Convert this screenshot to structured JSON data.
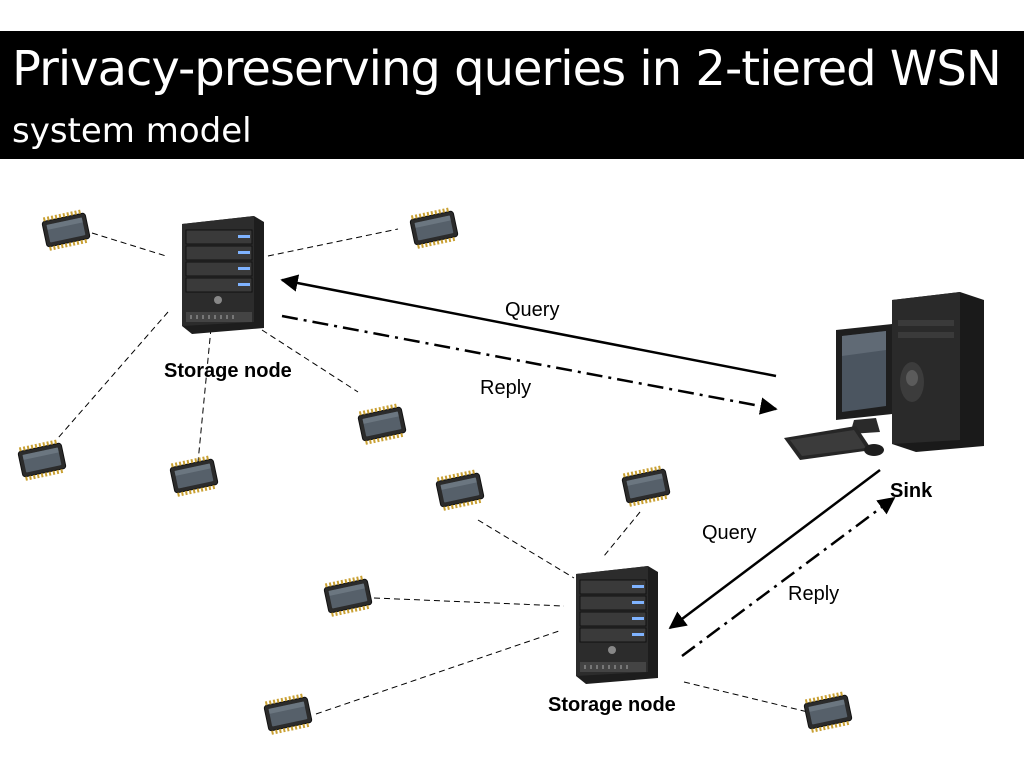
{
  "header": {
    "title": "Privacy-preserving queries in 2-tiered WSN",
    "subtitle": "system model"
  },
  "diagram": {
    "storage_node_1": {
      "label": "Storage node"
    },
    "storage_node_2": {
      "label": "Storage node"
    },
    "sink": {
      "label": "Sink"
    },
    "links": [
      {
        "from": "sink",
        "to": "storage_node_1",
        "label": "Query",
        "style": "solid"
      },
      {
        "from": "storage_node_1",
        "to": "sink",
        "label": "Reply",
        "style": "dash-dot"
      },
      {
        "from": "sink",
        "to": "storage_node_2",
        "label": "Query",
        "style": "solid"
      },
      {
        "from": "storage_node_2",
        "to": "sink",
        "label": "Reply",
        "style": "dash-dot"
      }
    ]
  },
  "icons": {
    "sensor": "sensor-chip-icon",
    "server": "server-tower-icon",
    "sink": "desktop-computer-icon"
  },
  "colors": {
    "header_bg": "#000000",
    "header_text": "#ffffff"
  }
}
